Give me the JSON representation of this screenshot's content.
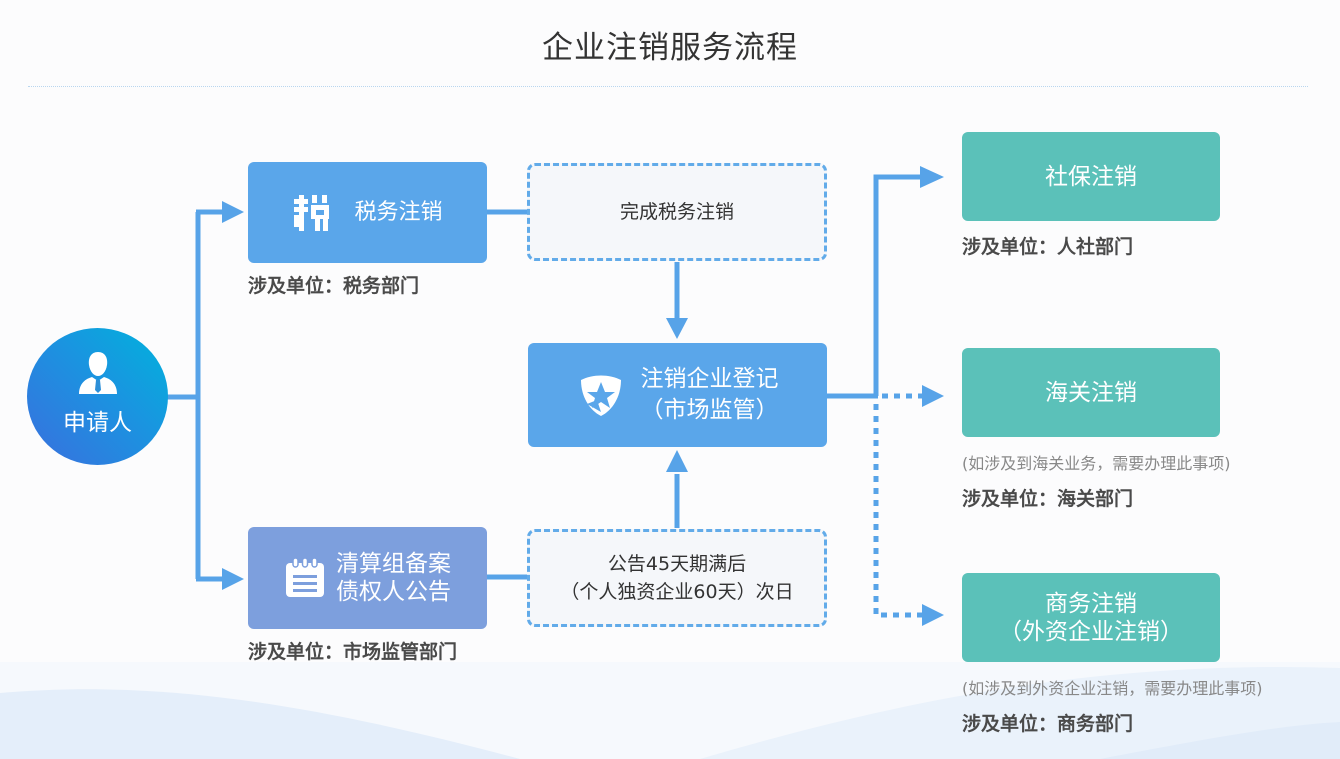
{
  "title": "企业注销服务流程",
  "colors": {
    "primary_blue": "#5aa6ea",
    "purple_node": "#7d9fdd",
    "teal_node": "#5bc1b9",
    "connector": "#57a3e8",
    "dashed_border": "#62abe9"
  },
  "applicant": {
    "label": "申请人",
    "icon": "person-icon"
  },
  "tax": {
    "label": "税务注销",
    "icon": "tax-icon",
    "dept": "涉及单位：税务部门",
    "step": "完成税务注销"
  },
  "liquidation": {
    "line1": "清算组备案",
    "line2": "债权人公告",
    "icon": "notepad-icon",
    "dept": "涉及单位：市场监管部门",
    "step_line1": "公告45天期满后",
    "step_line2": "（个人独资企业60天）次日"
  },
  "registration": {
    "line1": "注销企业登记",
    "line2": "（市场监管）",
    "icon": "shield-icon"
  },
  "social": {
    "label": "社保注销",
    "dept": "涉及单位：人社部门"
  },
  "customs": {
    "label": "海关注销",
    "note": "(如涉及到海关业务，需要办理此事项)",
    "dept": "涉及单位：海关部门"
  },
  "commerce": {
    "line1": "商务注销",
    "line2": "（外资企业注销）",
    "note": "(如涉及到外资企业注销，需要办理此事项)",
    "dept": "涉及单位：商务部门"
  }
}
